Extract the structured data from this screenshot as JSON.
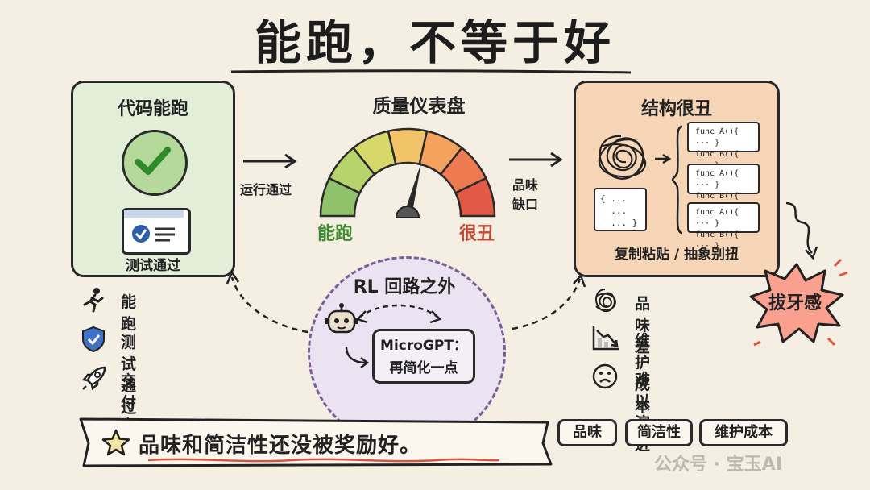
{
  "title": "能跑，不等于好",
  "left_panel": {
    "title": "代码能跑",
    "caption": "测试通过"
  },
  "arrow_left_label": "运行通过",
  "gauge": {
    "title": "质量仪表盘",
    "left_label": "能跑",
    "right_label": "很丑",
    "needle_fraction": 0.58
  },
  "arrow_right_label": [
    "品味",
    "缺口"
  ],
  "right_panel": {
    "title": "结构很丑",
    "brace_code": "{ ...\n  ...\n  ... }",
    "func_boxes": [
      [
        "func A(){ ··· }",
        "func B(){ ··· }"
      ],
      [
        "func A(){ ··· }",
        "func B(){ ··· }"
      ],
      [
        "func A(){ ··· }",
        "func B(){ ··· }"
      ]
    ],
    "caption": "复制粘贴 / 抽象别扭"
  },
  "left_list": [
    {
      "icon": "runner-icon",
      "label": "能跑"
    },
    {
      "icon": "shield-check-icon",
      "label": "测试通过"
    },
    {
      "icon": "rocket-icon",
      "label": "交付上线"
    }
  ],
  "right_list": [
    {
      "icon": "tangle-icon",
      "label": "品味差"
    },
    {
      "icon": "chart-down-icon",
      "label": "维护成本高"
    },
    {
      "icon": "sad-face-icon",
      "label": "难以演进"
    }
  ],
  "rl": {
    "title": "RL 回路之外",
    "box_line1": "MicroGPT：",
    "box_line2": "再简化一点"
  },
  "burst_text": "拔牙感",
  "banner_text": "品味和简洁性还没被奖励好。",
  "tags": [
    "品味",
    "简洁性",
    "维护成本"
  ],
  "watermark": "公众号 · 宝玉AI",
  "colors": {
    "background": "#f5efe3",
    "left_panel": "#e3efd9",
    "right_panel": "#f7d6b8",
    "rl_circle": "#ece3f2",
    "burst": "#f9a08e",
    "good": "#3d8b2f",
    "bad": "#c64a34"
  }
}
